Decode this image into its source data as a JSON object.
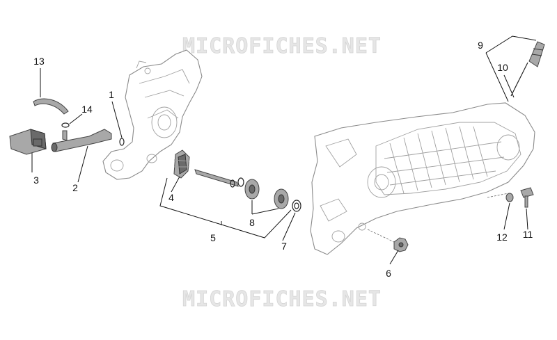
{
  "watermark": {
    "top": "MICROFICHES.NET",
    "bottom": "MICROFICHES.NET"
  },
  "callouts": [
    "1",
    "2",
    "3",
    "4",
    "5",
    "6",
    "7",
    "8",
    "9",
    "10",
    "11",
    "12",
    "13",
    "14"
  ],
  "colors": {
    "line": "#111111",
    "part_outline": "#8a8a8a",
    "watermark": "#e6e6e6"
  }
}
